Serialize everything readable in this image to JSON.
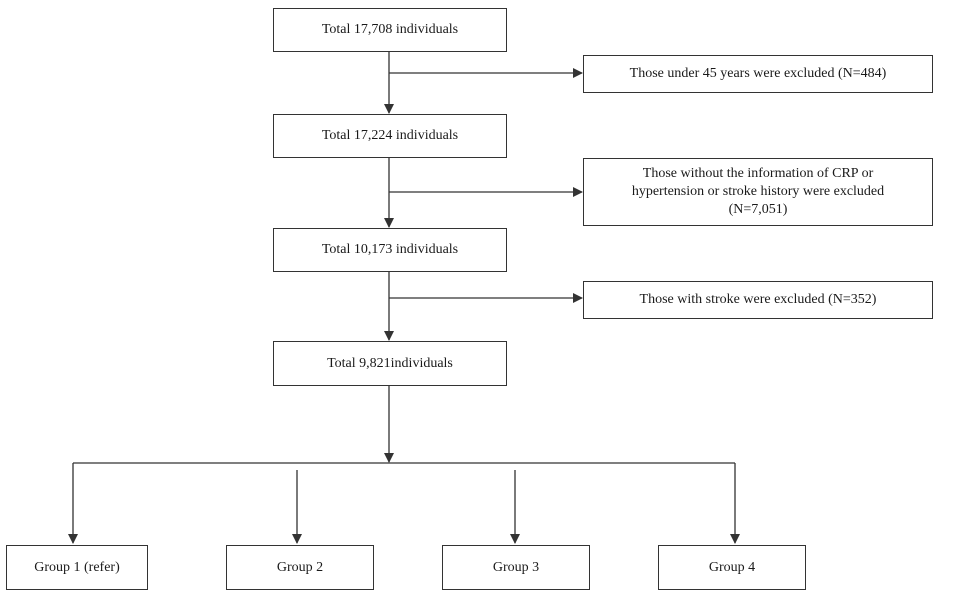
{
  "main_flow": {
    "step1": "Total 17,708 individuals",
    "step2": "Total 17,224 individuals",
    "step3": "Total 10,173 individuals",
    "step4": "Total 9,821individuals"
  },
  "exclusions": {
    "exclusion1": "Those under 45 years were excluded (N=484)",
    "exclusion2": {
      "line1": "Those without the information of CRP or",
      "line2": "hypertension or stroke history were excluded",
      "line3": "(N=7,051)"
    },
    "exclusion3": "Those with stroke were excluded (N=352)"
  },
  "groups": {
    "group1": "Group 1 (refer)",
    "group2": "Group 2",
    "group3": "Group 3",
    "group4": "Group 4"
  },
  "colors": {
    "line": "#333333",
    "box_border": "#333333",
    "background": "#ffffff"
  }
}
